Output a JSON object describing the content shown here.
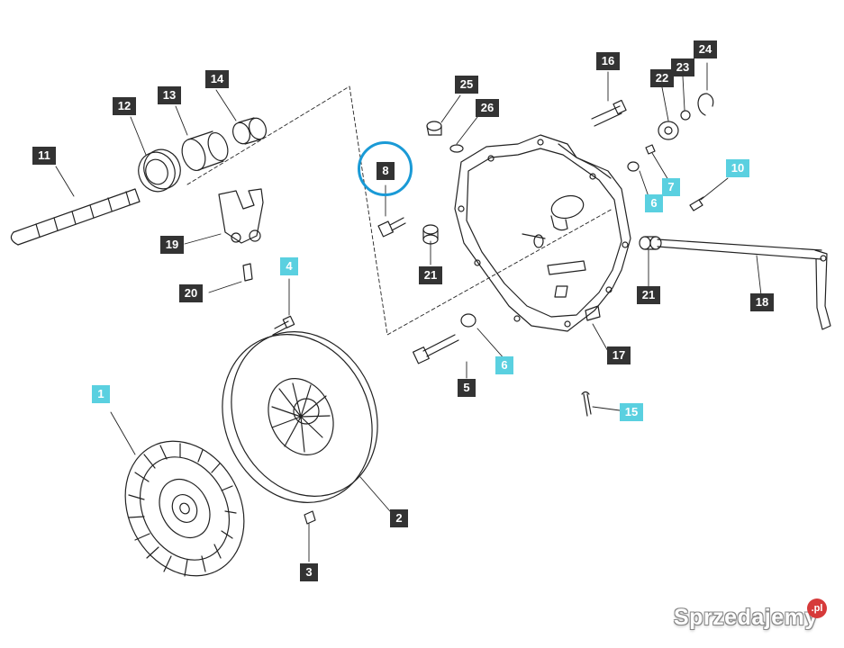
{
  "labels": [
    {
      "n": "1",
      "style": "light"
    },
    {
      "n": "2",
      "style": "dark"
    },
    {
      "n": "3",
      "style": "dark"
    },
    {
      "n": "4",
      "style": "light"
    },
    {
      "n": "5",
      "style": "dark"
    },
    {
      "n": "6",
      "style": "light"
    },
    {
      "n": "6",
      "style": "light"
    },
    {
      "n": "7",
      "style": "light"
    },
    {
      "n": "8",
      "style": "dark"
    },
    {
      "n": "10",
      "style": "light"
    },
    {
      "n": "11",
      "style": "dark"
    },
    {
      "n": "12",
      "style": "dark"
    },
    {
      "n": "13",
      "style": "dark"
    },
    {
      "n": "14",
      "style": "dark"
    },
    {
      "n": "15",
      "style": "light"
    },
    {
      "n": "16",
      "style": "dark"
    },
    {
      "n": "17",
      "style": "dark"
    },
    {
      "n": "18",
      "style": "dark"
    },
    {
      "n": "19",
      "style": "dark"
    },
    {
      "n": "20",
      "style": "dark"
    },
    {
      "n": "21",
      "style": "dark"
    },
    {
      "n": "21",
      "style": "dark"
    },
    {
      "n": "22",
      "style": "dark"
    },
    {
      "n": "23",
      "style": "dark"
    },
    {
      "n": "24",
      "style": "dark"
    },
    {
      "n": "25",
      "style": "dark"
    },
    {
      "n": "26",
      "style": "dark"
    }
  ],
  "watermark": {
    "brand": "Sprzedajemy",
    "badge": ".pl"
  },
  "colors": {
    "dark_label": "#333333",
    "highlight_label": "#5ad0e0",
    "ring": "#1a9ad6",
    "line": "#222222"
  }
}
